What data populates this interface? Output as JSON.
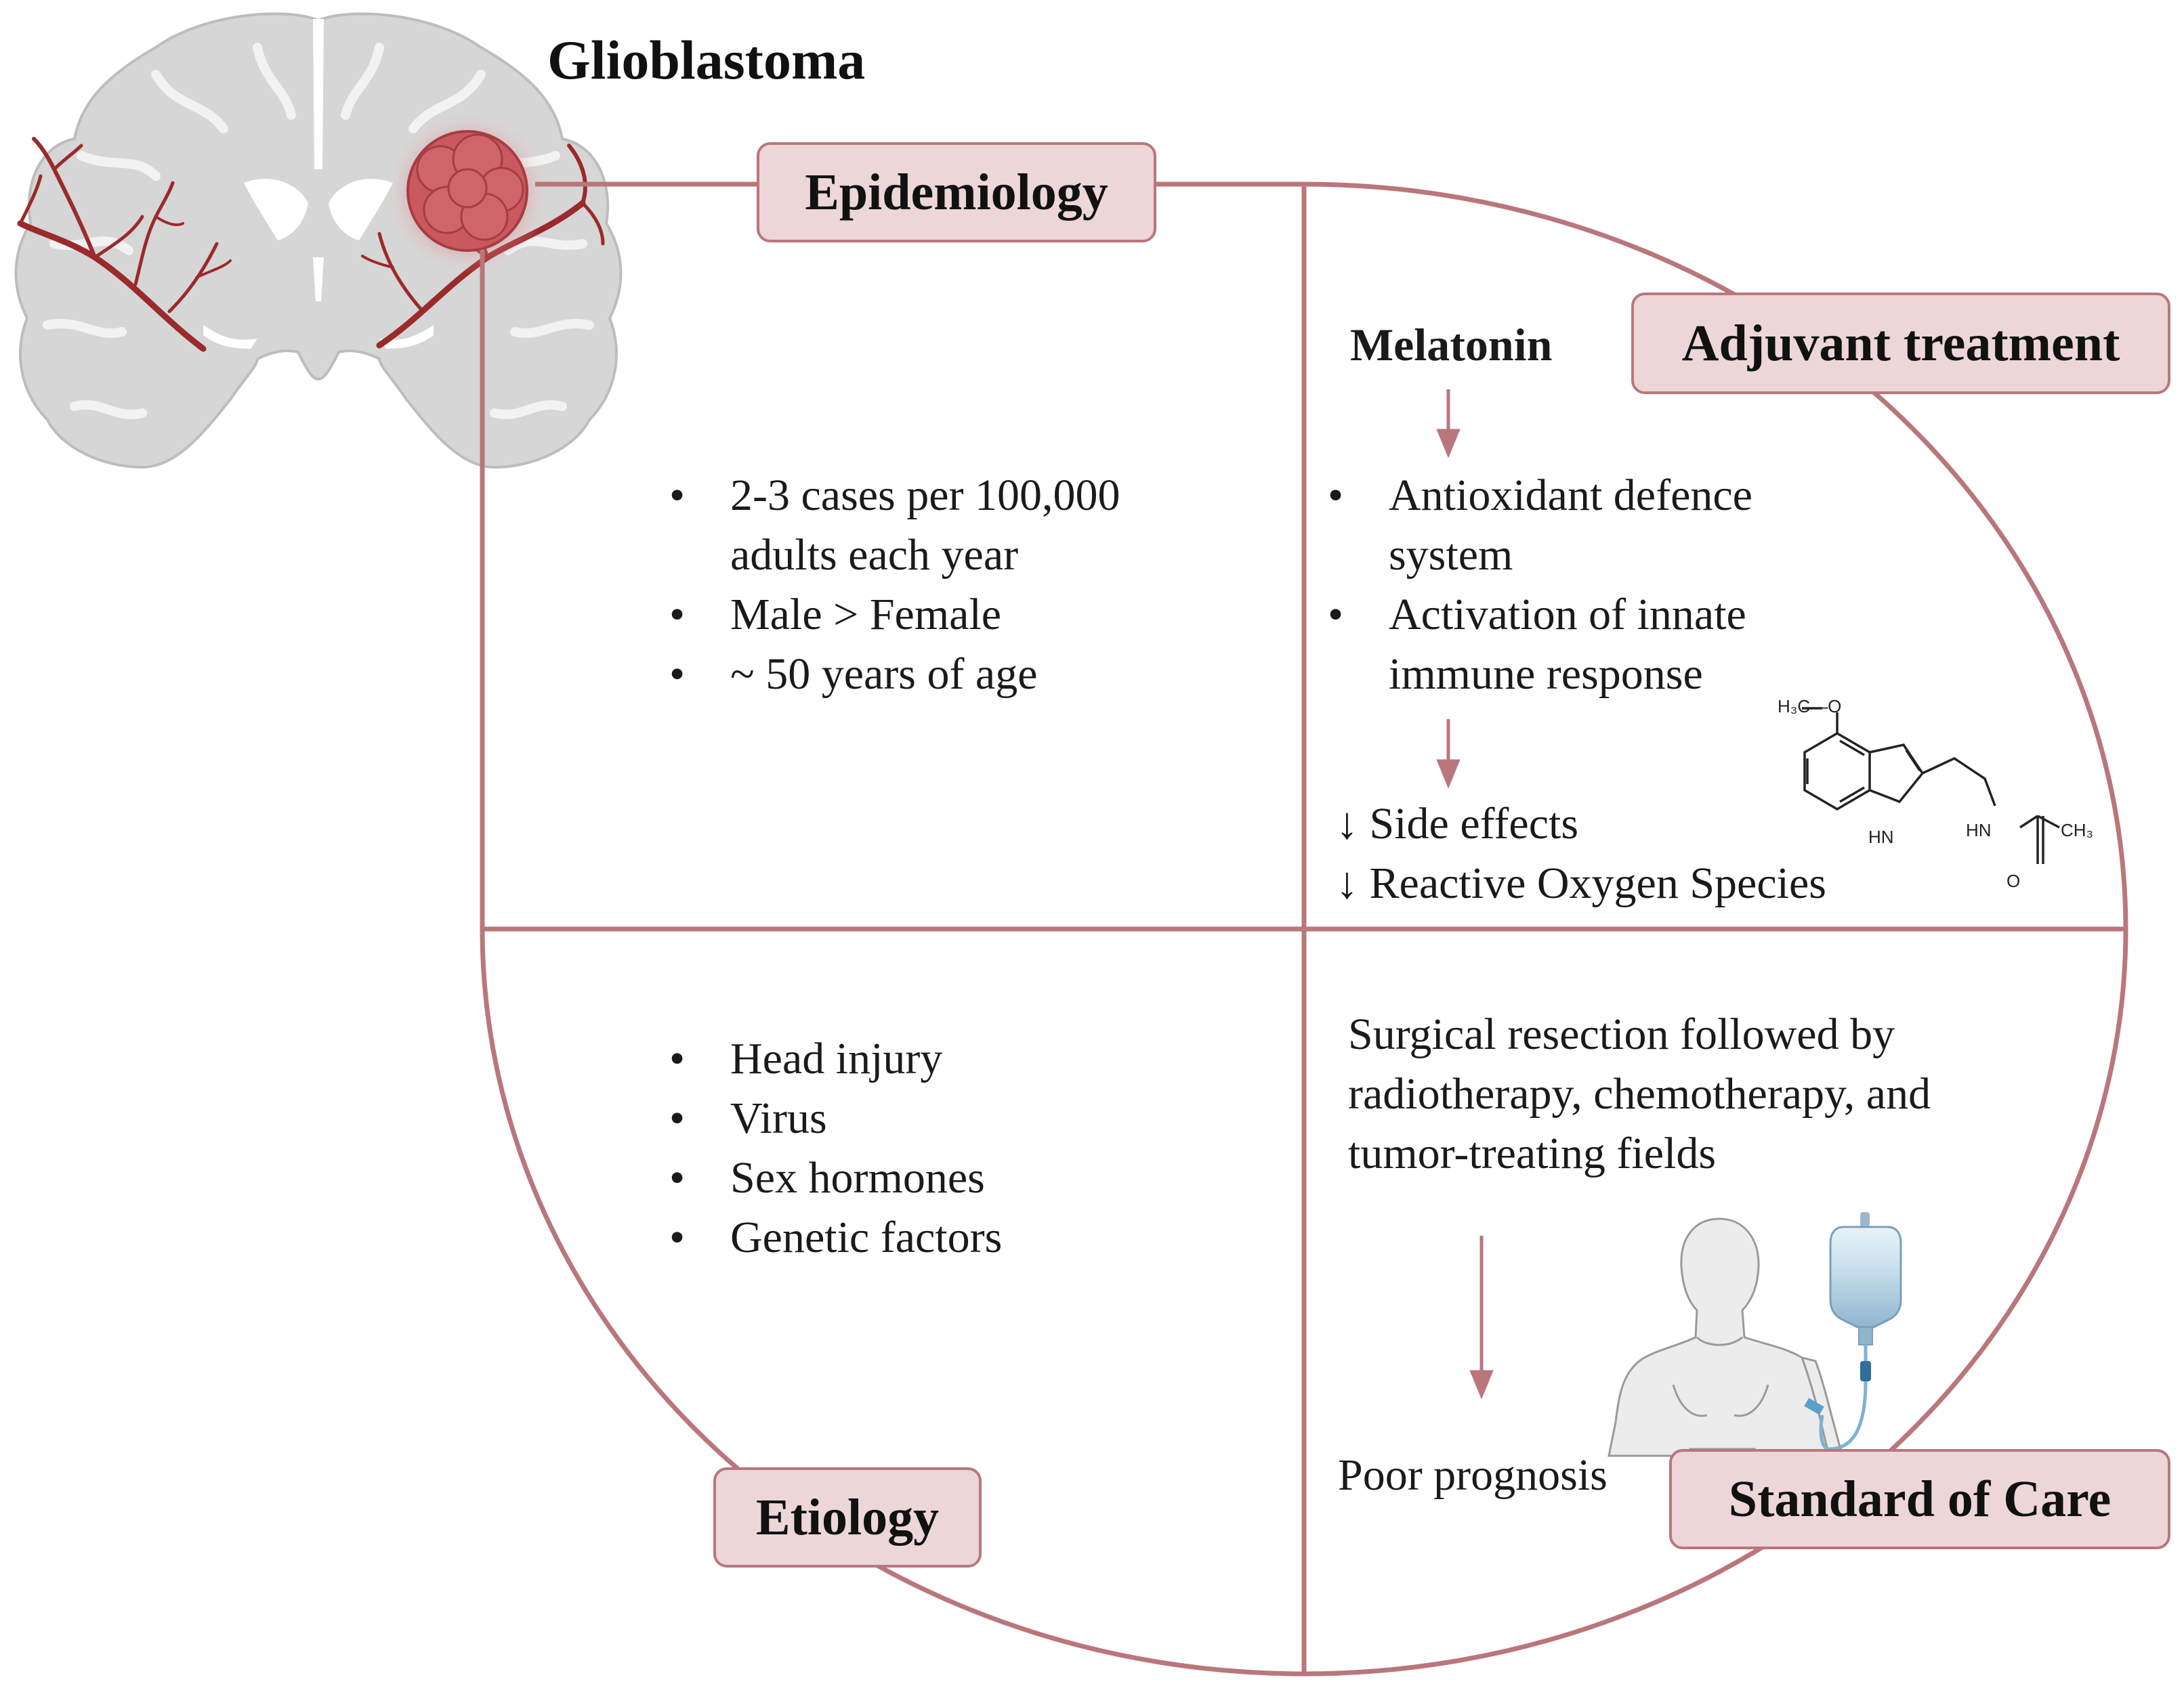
{
  "title": "Glioblastoma",
  "quadrants": {
    "epidemiology": {
      "label": "Epidemiology",
      "items": [
        "2-3 cases per 100,000",
        "adults each year",
        "Male > Female",
        "~ 50 years of age"
      ]
    },
    "adjuvant": {
      "label": "Adjuvant treatment",
      "agent": "Melatonin",
      "items": [
        "Antioxidant defence",
        "system",
        "Activation of innate",
        "immune response"
      ],
      "effects": [
        "↓ Side effects",
        "↓ Reactive Oxygen Species"
      ],
      "structure_labels": {
        "methoxy": "H₃C—O",
        "nh_ring": "HN",
        "nh_chain": "HN",
        "methyl": "CH₃",
        "oxygen": "O"
      }
    },
    "etiology": {
      "label": "Etiology",
      "items": [
        "Head injury",
        "Virus",
        "Sex hormones",
        "Genetic factors"
      ]
    },
    "standard_of_care": {
      "label": "Standard of Care",
      "description": [
        "Surgical resection followed by",
        "radiotherapy, chemotherapy, and",
        "tumor-treating fields"
      ],
      "outcome": "Poor prognosis"
    }
  },
  "colors": {
    "accent": "#b9777b",
    "label_fill": "#ecd6d7",
    "vessel": "#9b2a2c",
    "tumor": "#c9585f",
    "brain": "#d6d6d6"
  },
  "icons": [
    "brain-coronal-icon",
    "tumor-icon",
    "melatonin-structure-icon",
    "patient-figure-icon",
    "iv-bag-icon"
  ]
}
